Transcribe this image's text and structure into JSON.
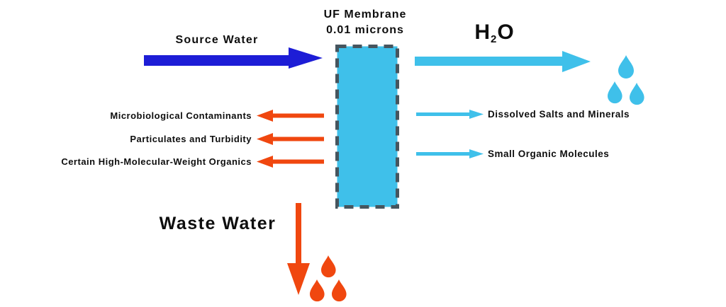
{
  "colors": {
    "dark-blue": "#1d1dd6",
    "cyan": "#3fc0ea",
    "red": "#f0470f",
    "slate": "#46555e",
    "ink": "#0e0e0e",
    "bg": "#ffffff"
  },
  "diagram": {
    "title": "UF Membrane filtration diagram",
    "membrane": {
      "label_line1": "UF Membrane",
      "label_line2": "0.01 microns",
      "fill_color": "#3fc0ea",
      "border_color": "#46555e",
      "border_style": "dashed"
    },
    "inflow": {
      "label": "Source Water",
      "arrow_color": "#1d1dd6",
      "direction": "right"
    },
    "permeate": {
      "formula_h": "H",
      "formula_sub": "2",
      "formula_o": "O",
      "arrow_color": "#3fc0ea",
      "direction": "right"
    },
    "rejected": {
      "arrow_color": "#f0470f",
      "direction": "left",
      "items": [
        "Microbiological Contaminants",
        "Particulates and Turbidity",
        "Certain High-Molecular-Weight Organics"
      ]
    },
    "passed": {
      "arrow_color": "#3fc0ea",
      "direction": "right",
      "items": [
        "Dissolved Salts and Minerals",
        "Small Organic Molecules"
      ]
    },
    "waste": {
      "label": "Waste Water",
      "arrow_color": "#f0470f",
      "direction": "down"
    },
    "icons": {
      "droplet": "teardrop-shape",
      "membrane": "dashed-rectangle",
      "flow": "block-arrow"
    }
  }
}
